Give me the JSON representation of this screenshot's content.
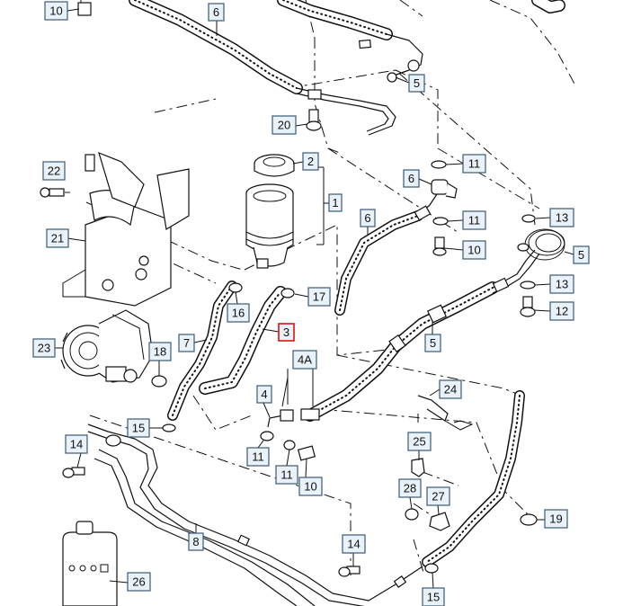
{
  "labels": [
    {
      "id": "lbl-10-a",
      "text": "10"
    },
    {
      "id": "lbl-6-a",
      "text": "6"
    },
    {
      "id": "lbl-5-a",
      "text": "5"
    },
    {
      "id": "lbl-20",
      "text": "20"
    },
    {
      "id": "lbl-2",
      "text": "2"
    },
    {
      "id": "lbl-1",
      "text": "1"
    },
    {
      "id": "lbl-11-a",
      "text": "11"
    },
    {
      "id": "lbl-6-b",
      "text": "6"
    },
    {
      "id": "lbl-11-b",
      "text": "11"
    },
    {
      "id": "lbl-10-b",
      "text": "10"
    },
    {
      "id": "lbl-13-a",
      "text": "13"
    },
    {
      "id": "lbl-5-b",
      "text": "5"
    },
    {
      "id": "lbl-13-b",
      "text": "13"
    },
    {
      "id": "lbl-12",
      "text": "12"
    },
    {
      "id": "lbl-22",
      "text": "22"
    },
    {
      "id": "lbl-21",
      "text": "21"
    },
    {
      "id": "lbl-6-c",
      "text": "6"
    },
    {
      "id": "lbl-16",
      "text": "16"
    },
    {
      "id": "lbl-17",
      "text": "17"
    },
    {
      "id": "lbl-3",
      "text": "3"
    },
    {
      "id": "lbl-5-c",
      "text": "5"
    },
    {
      "id": "lbl-23",
      "text": "23"
    },
    {
      "id": "lbl-7",
      "text": "7"
    },
    {
      "id": "lbl-18",
      "text": "18"
    },
    {
      "id": "lbl-4A",
      "text": "4A"
    },
    {
      "id": "lbl-4",
      "text": "4"
    },
    {
      "id": "lbl-24",
      "text": "24"
    },
    {
      "id": "lbl-15-a",
      "text": "15"
    },
    {
      "id": "lbl-11-c",
      "text": "11"
    },
    {
      "id": "lbl-11-d",
      "text": "11"
    },
    {
      "id": "lbl-10-c",
      "text": "10"
    },
    {
      "id": "lbl-14-a",
      "text": "14"
    },
    {
      "id": "lbl-25",
      "text": "25"
    },
    {
      "id": "lbl-28",
      "text": "28"
    },
    {
      "id": "lbl-27",
      "text": "27"
    },
    {
      "id": "lbl-19",
      "text": "19"
    },
    {
      "id": "lbl-8",
      "text": "8"
    },
    {
      "id": "lbl-14-b",
      "text": "14"
    },
    {
      "id": "lbl-26",
      "text": "26"
    },
    {
      "id": "lbl-15-b",
      "text": "15"
    }
  ],
  "selected_label": "lbl-3",
  "colors": {
    "label_fill": "#e9f2f8",
    "label_border": "#3a5a74",
    "selected_border": "#dd1111",
    "line": "#111111"
  }
}
